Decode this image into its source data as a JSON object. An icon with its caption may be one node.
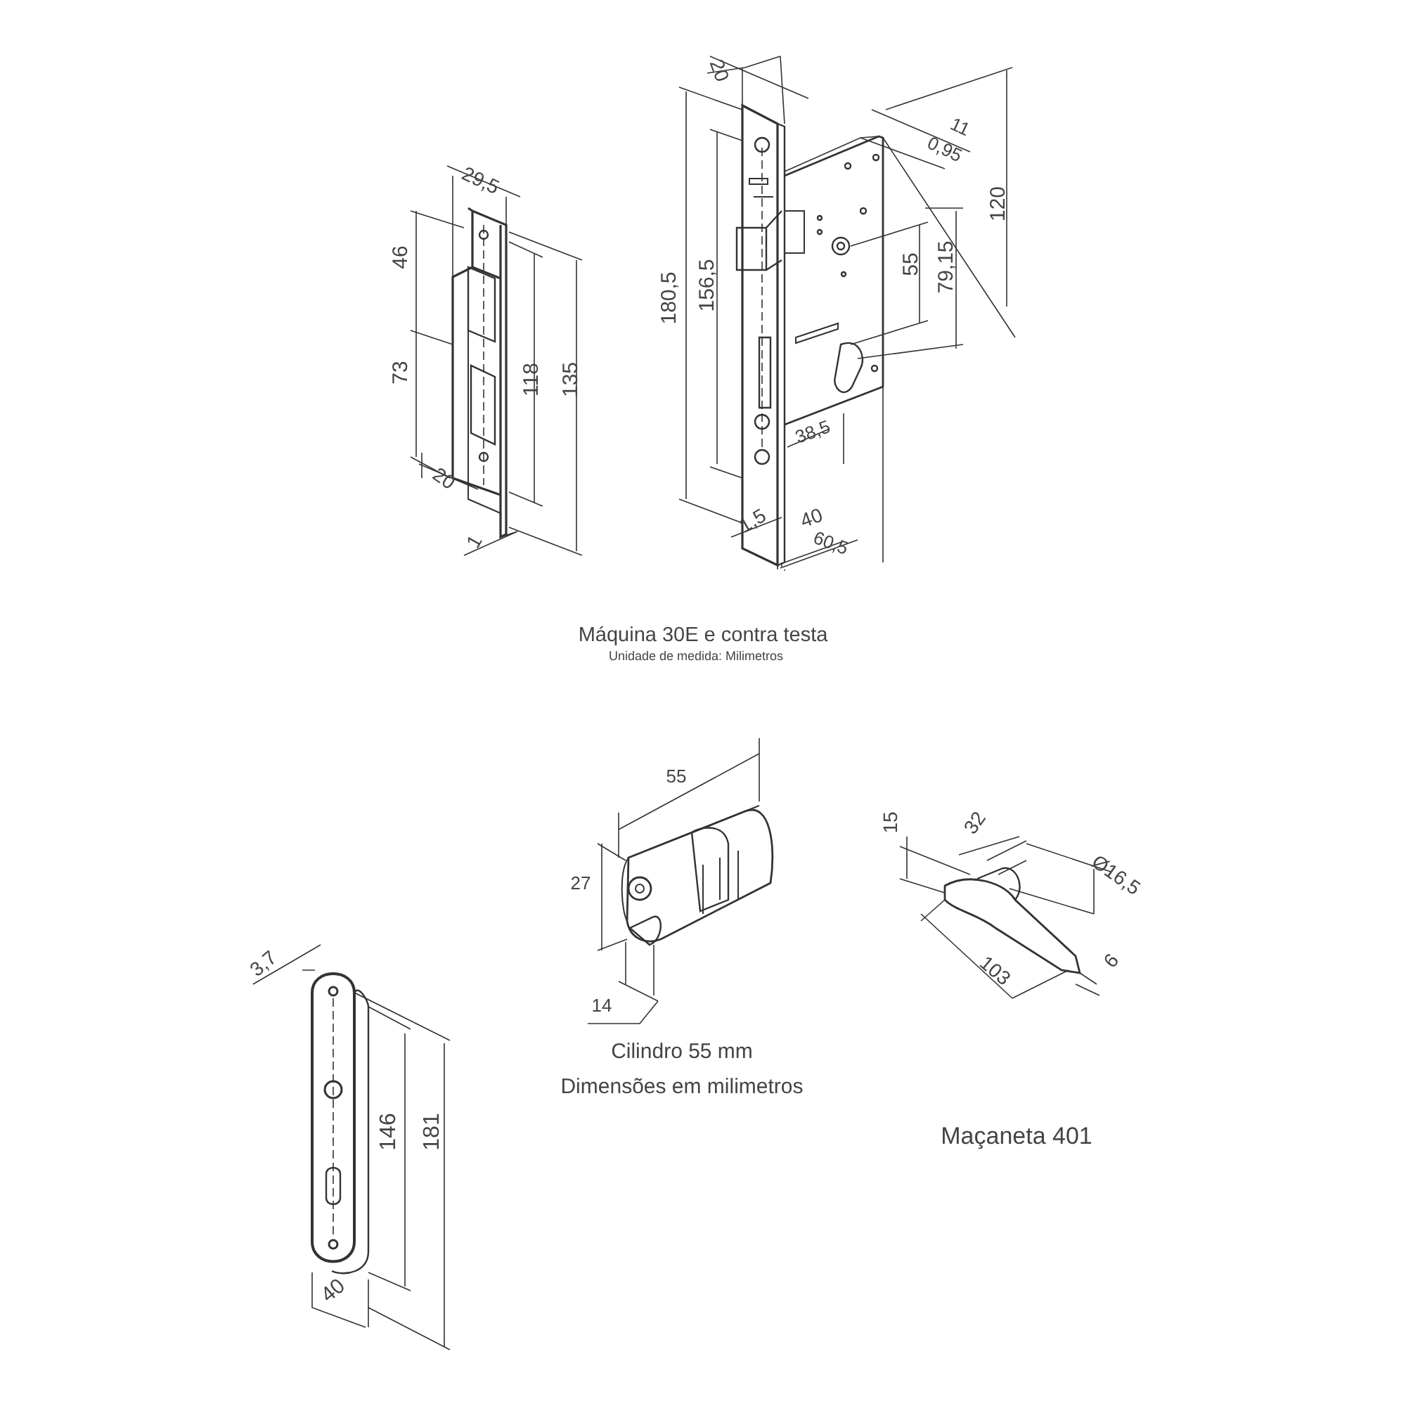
{
  "diagram": {
    "labels": [
      "29,5",
      "20",
      "11",
      "0,95",
      "120",
      "46",
      "180,5",
      "156,5",
      "55",
      "79,15",
      "73",
      "118",
      "135",
      "38,5",
      "20",
      "1,5",
      "40",
      "60,5",
      "1",
      "Máquina 30E e contra testa",
      "Unidade de medida: Milimetros",
      "55",
      "15",
      "32",
      "Ø16,5",
      "27",
      "3,7",
      "103",
      "6",
      "14",
      "Cilindro 55 mm",
      "Dimensões em milimetros",
      "146",
      "181",
      "Maçaneta 401",
      "40"
    ]
  }
}
